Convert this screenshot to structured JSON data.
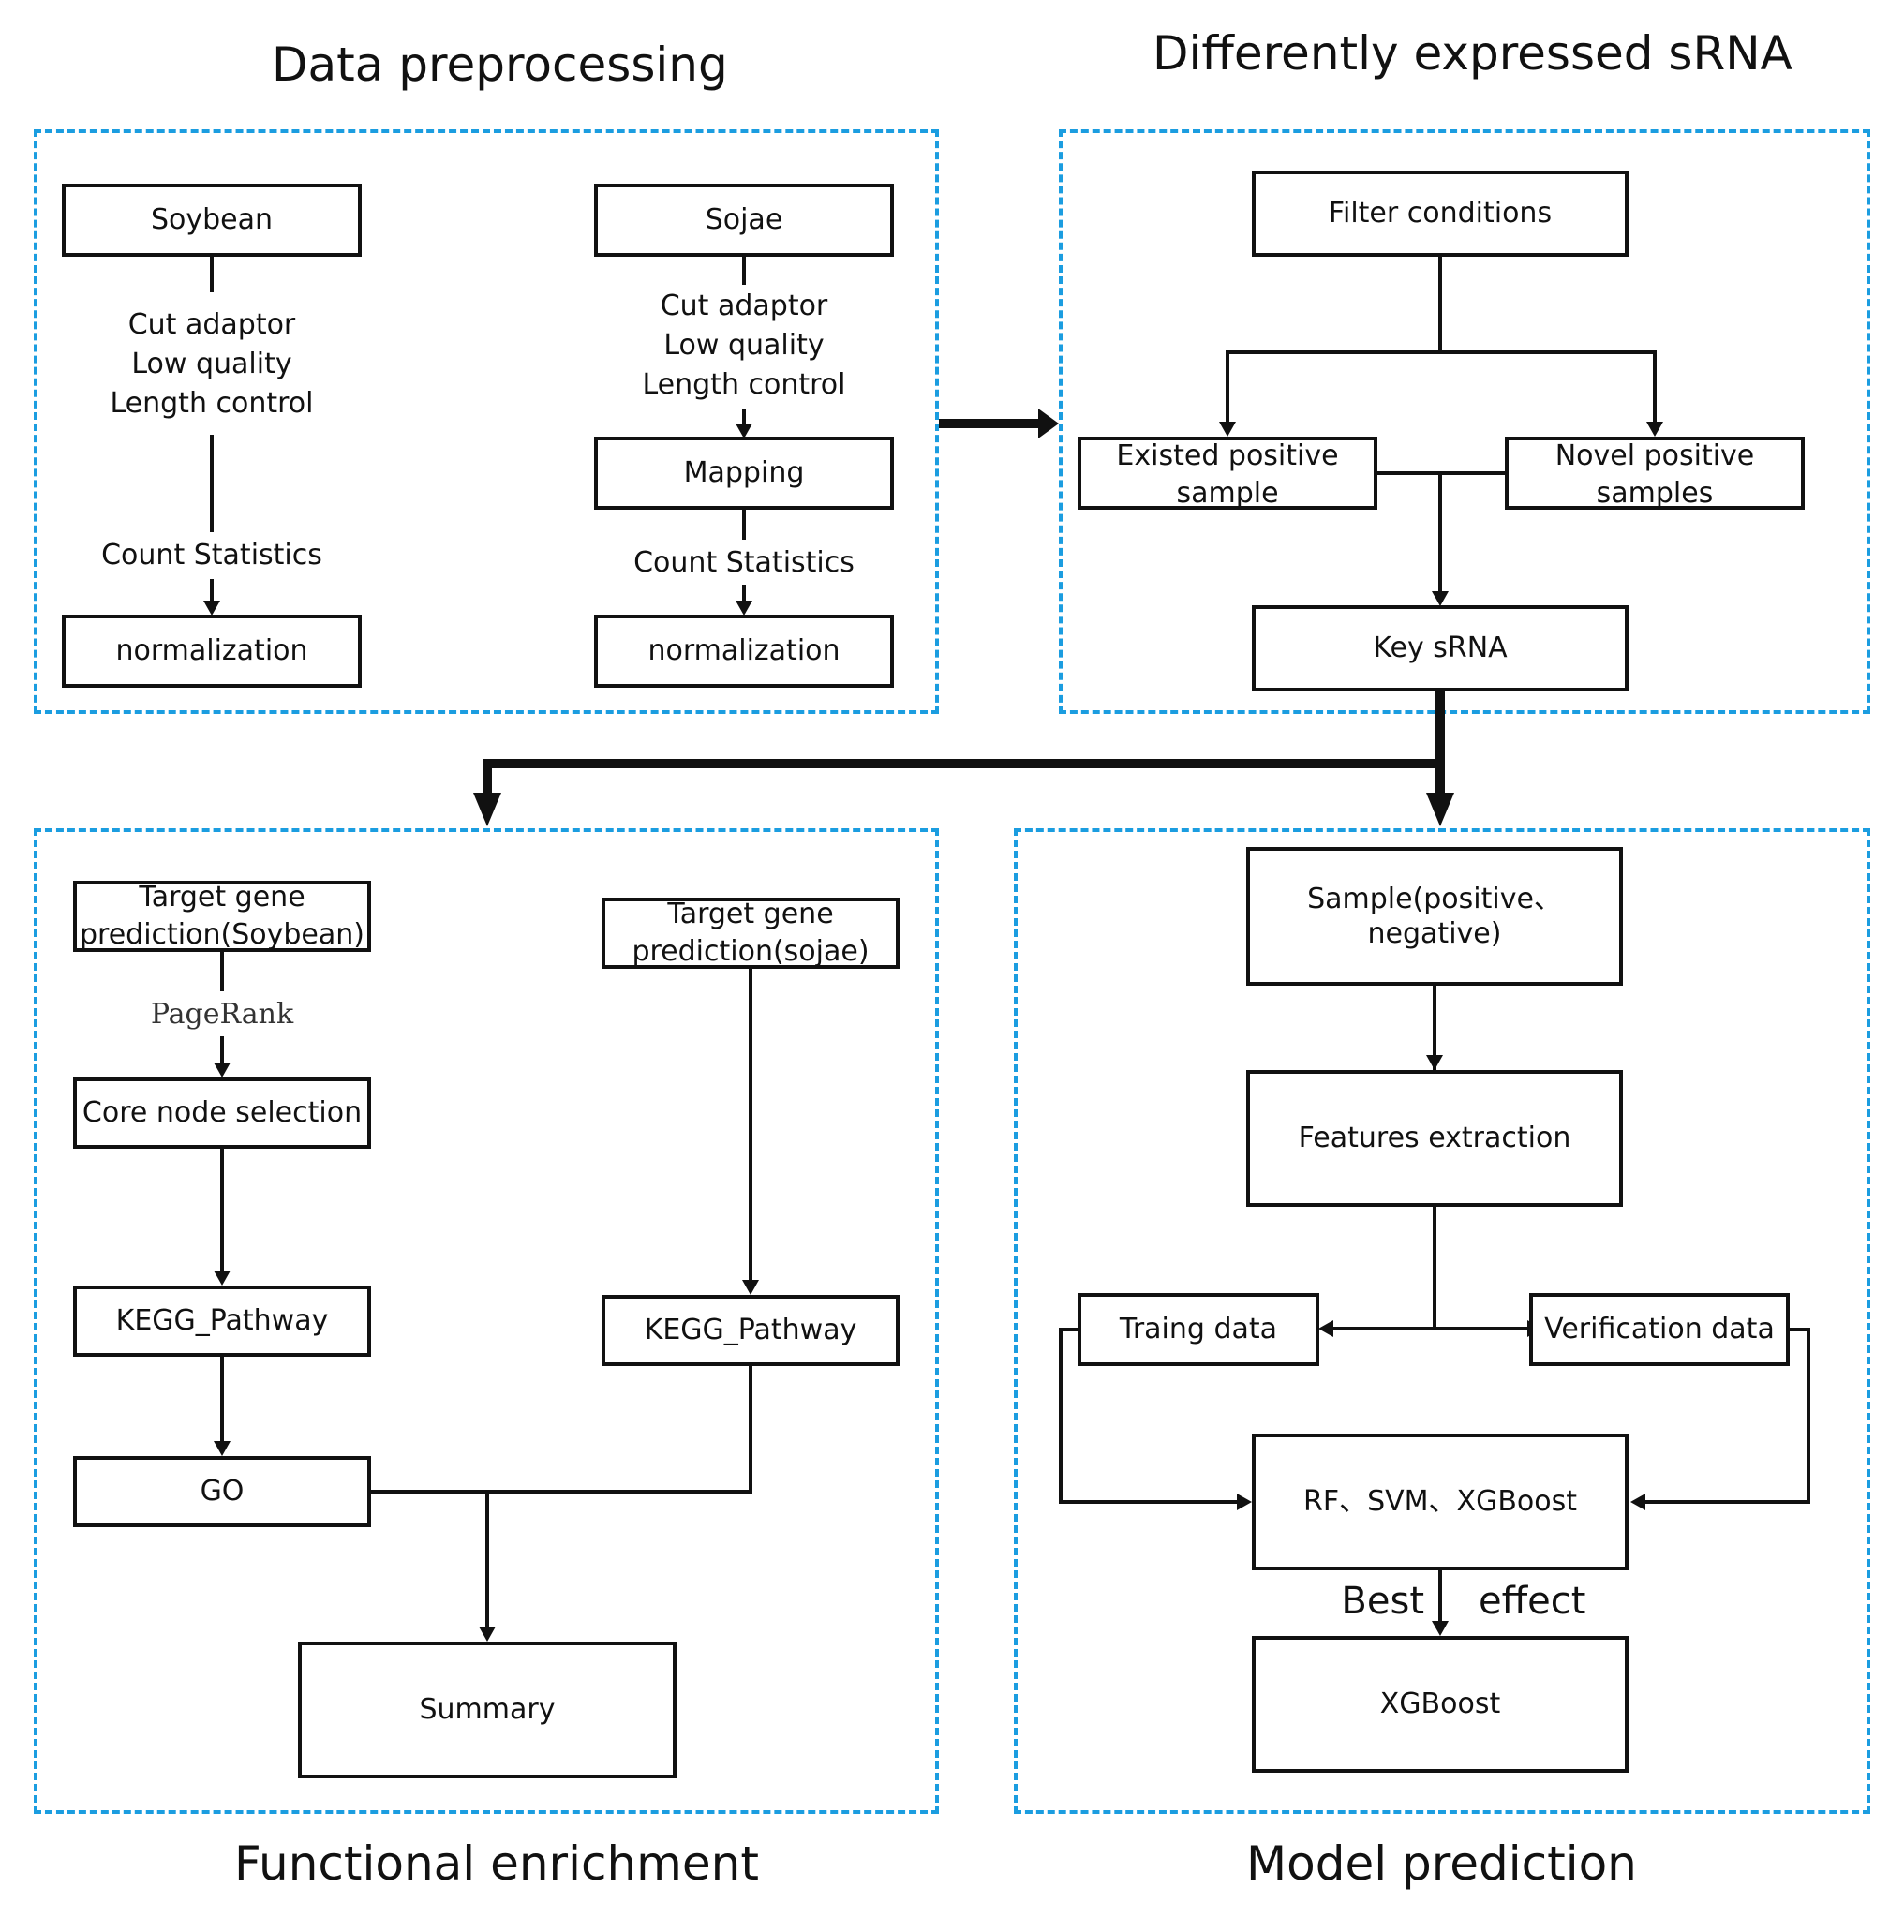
{
  "titles": {
    "preprocessing": "Data preprocessing",
    "expressed": "Differently expressed sRNA",
    "functional": "Functional enrichment",
    "model": "Model prediction"
  },
  "preprocessing": {
    "soybean": {
      "source": "Soybean",
      "steps": [
        "Cut adaptor",
        "Low quality",
        "Length control"
      ],
      "count": "Count Statistics",
      "normalization": "normalization"
    },
    "sojae": {
      "source": "Sojae",
      "steps": [
        "Cut adaptor",
        "Low quality",
        "Length control"
      ],
      "mapping": "Mapping",
      "count": "Count Statistics",
      "normalization": "normalization"
    }
  },
  "expressed": {
    "filter": "Filter conditions",
    "existed": "Existed positive sample",
    "novel": "Novel positive samples",
    "key": "Key sRNA"
  },
  "functional": {
    "soybean_target": "Target gene prediction(Soybean)",
    "pagerank": "PageRank",
    "core_node": "Core node selection",
    "kegg_soybean": "KEGG_Pathway",
    "go": "GO",
    "sojae_target": "Target gene prediction(sojae)",
    "kegg_sojae": "KEGG_Pathway",
    "summary": "Summary"
  },
  "model": {
    "sample": "Sample(positive、negative)",
    "features": "Features extraction",
    "training": "Traing data",
    "verification": "Verification data",
    "algorithms": "RF、SVM、XGBoost",
    "best": "Best",
    "effect": "effect",
    "final": "XGBoost"
  }
}
